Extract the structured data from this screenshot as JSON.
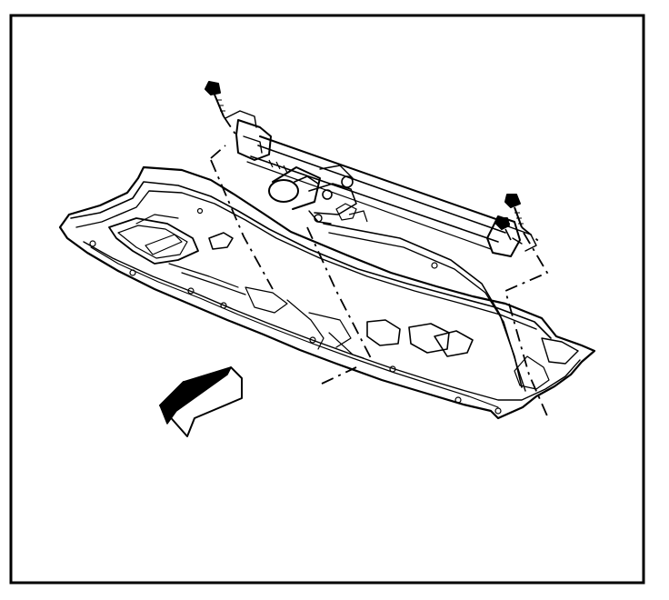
{
  "diagram": {
    "kind": "exploded technical line illustration",
    "parts": [
      "cowl-panel",
      "wiper-module",
      "wiper-motor",
      "transmission-linkage",
      "mounting-bolt",
      "mounting-bolt",
      "mounting-bolt"
    ],
    "callout_text": [],
    "direction_arrow": {
      "icon": "front-direction-arrow",
      "points": "lower-left"
    },
    "colors": {
      "line": "#000000",
      "background": "#ffffff"
    }
  }
}
